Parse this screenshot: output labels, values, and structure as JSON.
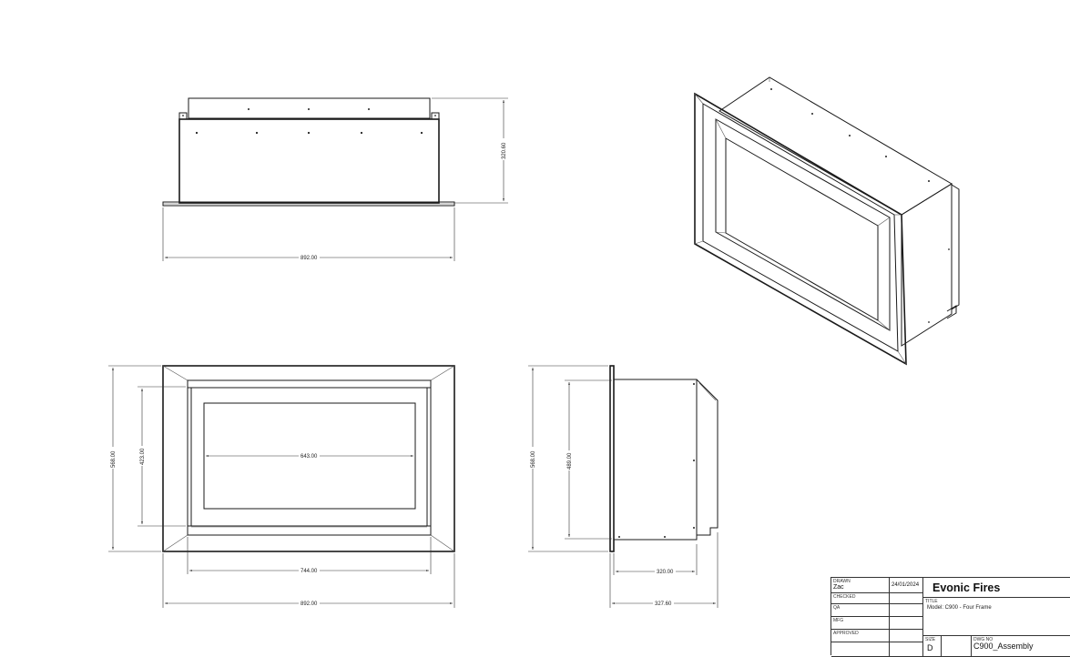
{
  "dimensions": {
    "top_view_height": "320.60",
    "top_view_width": "892.00",
    "front_outer_height": "568.00",
    "front_inner_height": "423.00",
    "front_glass_width": "643.00",
    "front_inner_width": "744.00",
    "front_outer_width": "892.00",
    "side_outer_height": "568.00",
    "side_body_height": "489.00",
    "side_body_depth": "320.00",
    "side_total_depth": "327.60"
  },
  "title_block": {
    "drawn_caption": "DRAWN",
    "drawn_by": "Zac",
    "date": "24/01/2024",
    "checked_caption": "CHECKED",
    "qa_caption": "QA",
    "mfg_caption": "MFG",
    "approved_caption": "APPROVED",
    "company": "Evonic Fires",
    "title_caption": "TITLE",
    "title": "Model: C900 - Four Frame",
    "size_caption": "SIZE",
    "size": "D",
    "dwg_no_caption": "DWG NO",
    "dwg_no": "C900_Assembly"
  },
  "colors": {
    "line": "#1a1a1a",
    "background": "#ffffff"
  }
}
